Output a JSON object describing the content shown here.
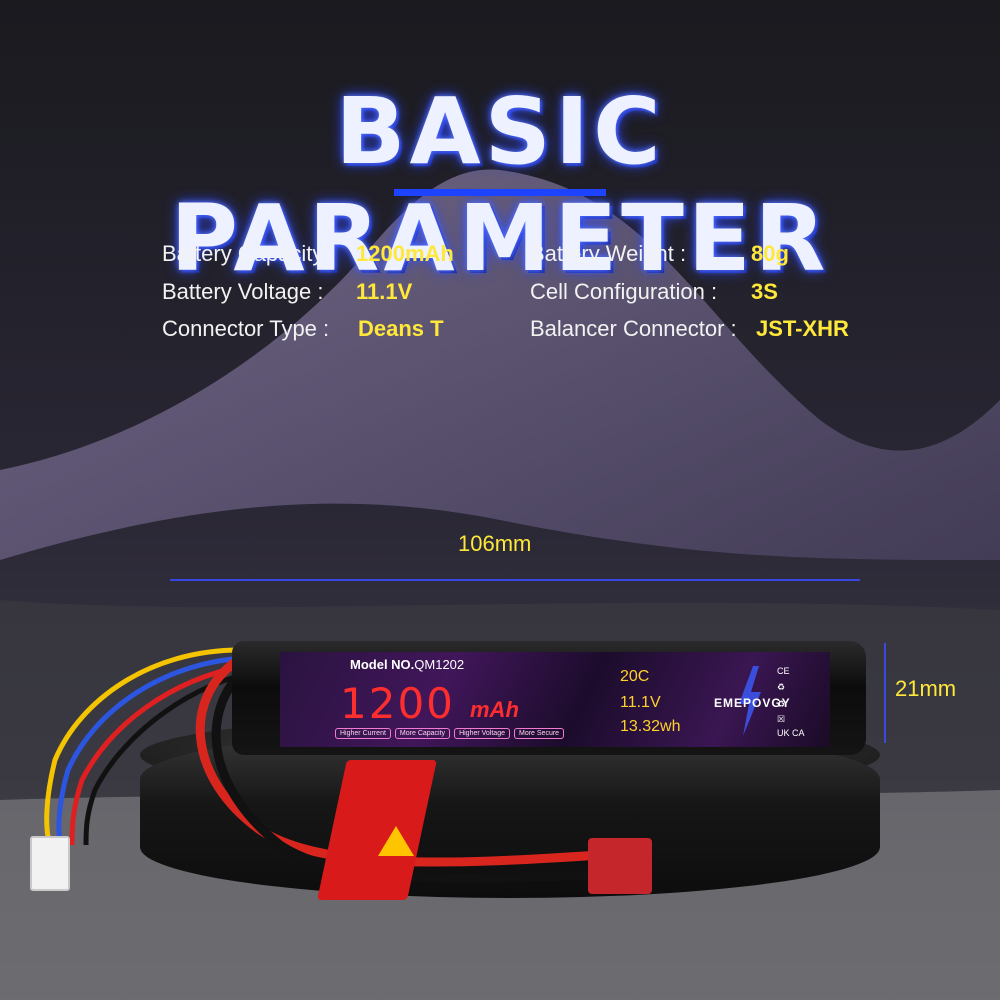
{
  "title": "BASIC PARAMETER",
  "specs": [
    {
      "label": "Battery Capacity :",
      "value": "1200mAh"
    },
    {
      "label": "Battery Voltage  :",
      "value": "11.1V"
    },
    {
      "label": "Connector Type  :",
      "value": "Deans T"
    },
    {
      "label": "Battery Weight        :",
      "value": "80g"
    },
    {
      "label": "Cell Configuration    :",
      "value": "3S"
    },
    {
      "label": "Balancer Connector :",
      "value": "JST-XHR"
    }
  ],
  "dimensions": {
    "length": "106mm",
    "height": "21mm"
  },
  "battery_label": {
    "model_prefix": "Model NO.",
    "model": "QM1202",
    "capacity": "1200",
    "capacity_unit": "mAh",
    "chips": [
      "Higher Current",
      "More Capacity",
      "Higher Voltage",
      "More Secure"
    ],
    "discharge": "20C",
    "voltage": "11.1V",
    "energy": "13.32wh",
    "brand": "EMEPOVGY",
    "certs": [
      "CE",
      "UK CA"
    ]
  },
  "colors": {
    "accent_yellow": "#ffe83a",
    "accent_blue": "#1e43ff",
    "label_red": "#ff2e2e"
  }
}
